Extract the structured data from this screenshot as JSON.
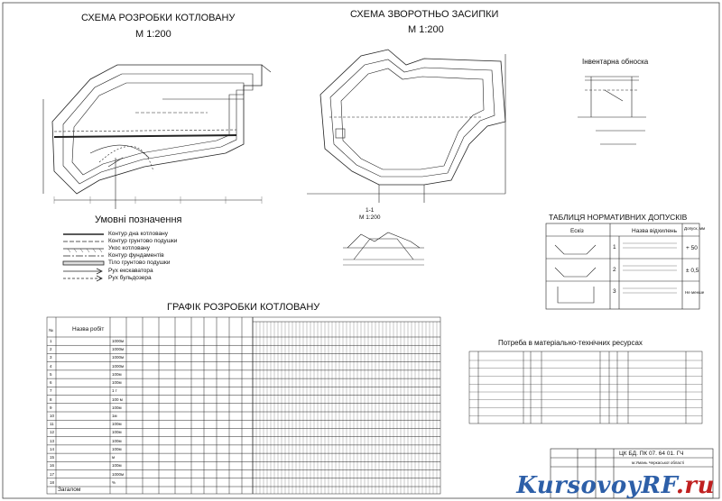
{
  "titles": {
    "excavation": "СХЕМА РОЗРОБКИ КОТЛОВАНУ",
    "excavation_scale": "М 1:200",
    "backfill": "СХЕМА ЗВОРОТНЬО ЗАСИПКИ",
    "backfill_scale": "М 1:200",
    "fence": "Інвентарна обноска",
    "section": "1-1",
    "section_scale": "М 1:200",
    "tolerances": "ТАБЛИЦЯ НОРМАТИВНИХ ДОПУСКІВ",
    "schedule": "ГРАФІК РОЗРОБКИ КОТЛОВАНУ",
    "resources": "Потреба в матеріально-технічних ресурсах"
  },
  "legend": {
    "title": "Умовні позначення",
    "items": [
      "Контур дна котловану",
      "Контур грунтово подушки",
      "Укос котловану",
      "Контур фундаментів",
      "Тіло грунтово подушки",
      "Рух екскаватора",
      "Рух бульдозера"
    ]
  },
  "tolerances": {
    "headers": [
      "Ескіз",
      "Назва відхилень",
      "Допуск, мм"
    ],
    "rows": [
      {
        "n": "1",
        "value": "+ 50"
      },
      {
        "n": "2",
        "value": "± 0,5"
      },
      {
        "n": "3",
        "value": "Не менше"
      }
    ]
  },
  "schedule": {
    "headers": [
      "№",
      "Назва робіт"
    ],
    "rows": [
      {
        "n": "1",
        "unit": "1000м"
      },
      {
        "n": "2",
        "unit": "1000м"
      },
      {
        "n": "3",
        "unit": "1000м"
      },
      {
        "n": "4",
        "unit": "1000м"
      },
      {
        "n": "5",
        "unit": "100м"
      },
      {
        "n": "6",
        "unit": "100м"
      },
      {
        "n": "7",
        "unit": "1 т"
      },
      {
        "n": "8",
        "unit": "100 м"
      },
      {
        "n": "9",
        "unit": "100м"
      },
      {
        "n": "10",
        "unit": "1м"
      },
      {
        "n": "11",
        "unit": "100м"
      },
      {
        "n": "12",
        "unit": "100м"
      },
      {
        "n": "13",
        "unit": "100м"
      },
      {
        "n": "14",
        "unit": "100м"
      },
      {
        "n": "15",
        "unit": "м"
      },
      {
        "n": "16",
        "unit": "100м"
      },
      {
        "n": "17",
        "unit": "1000м"
      },
      {
        "n": "18",
        "unit": "%"
      }
    ],
    "total": "Загалом"
  },
  "stamp": {
    "code": "ЦК БД. ПК 07. 64 01. ГЧ",
    "place": "м.Умань Черкаської області"
  },
  "watermark": {
    "main": "KursovoyRF",
    "suffix": ".ru"
  }
}
